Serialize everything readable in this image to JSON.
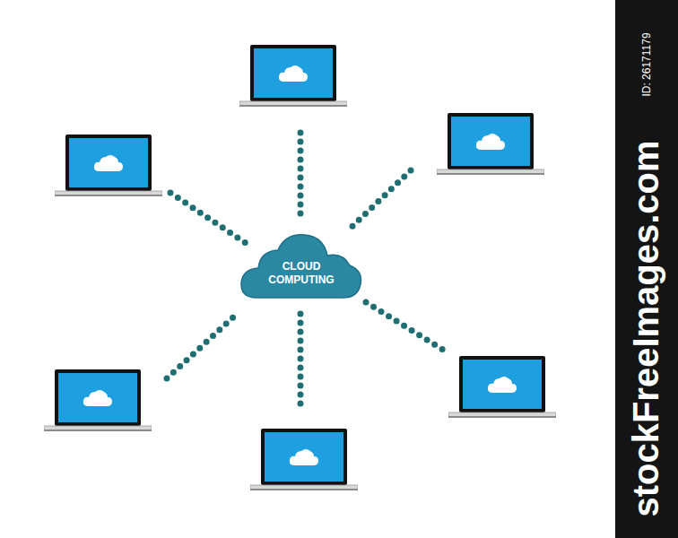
{
  "diagram": {
    "nodes": [
      {
        "text": [
          "CLOUD COMPUTING"
        ]
      }
    ],
    "labels": [
      "ID: 26171179",
      "stockFreeImages.com"
    ]
  }
}
